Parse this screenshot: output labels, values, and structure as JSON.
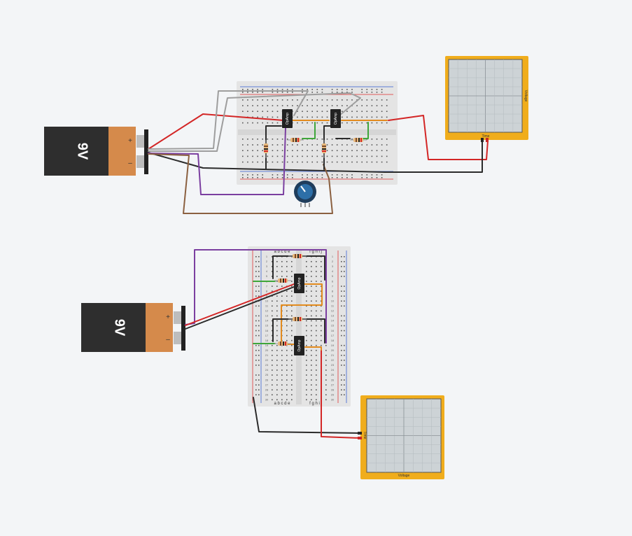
{
  "circuits": [
    {
      "battery": {
        "label": "9V",
        "plus": "+",
        "minus": "–"
      },
      "opamps": [
        "OpAmp",
        "OpAmp"
      ],
      "oscilloscope": {
        "side_label": "Voltage",
        "bottom_label": "Time"
      }
    },
    {
      "battery": {
        "label": "9V",
        "plus": "+",
        "minus": "–"
      },
      "opamps": [
        "OpAmp",
        "OpAmp"
      ],
      "breadboard": {
        "top_columns_left": "a b c d e",
        "top_columns_right": "f g h i j",
        "row_numbers": [
          "1",
          "2",
          "3",
          "4",
          "5",
          "6",
          "7",
          "8",
          "9",
          "10",
          "11",
          "12",
          "13",
          "14",
          "15",
          "16",
          "17",
          "18",
          "19",
          "20",
          "21",
          "22",
          "23",
          "24",
          "25",
          "26",
          "27",
          "28",
          "29",
          "30"
        ]
      },
      "oscilloscope": {
        "side_label": "Time",
        "bottom_label": "Voltage"
      }
    }
  ],
  "colors": {
    "background": "#f3f5f7",
    "battery_body": "#2e2e2e",
    "battery_cap": "#d58a4b",
    "breadboard": "#e4e4e4",
    "scope_frame": "#f0ad1c",
    "scope_screen": "#cdd3d6",
    "wire_red": "#d32626",
    "wire_black": "#2b2b2b",
    "wire_gray": "#9e9e9e",
    "wire_purple": "#7b3fa0",
    "wire_brown": "#8b6040",
    "wire_orange": "#e38b1e",
    "wire_green": "#3fa63a",
    "potentiometer": "#2d6fa8"
  }
}
